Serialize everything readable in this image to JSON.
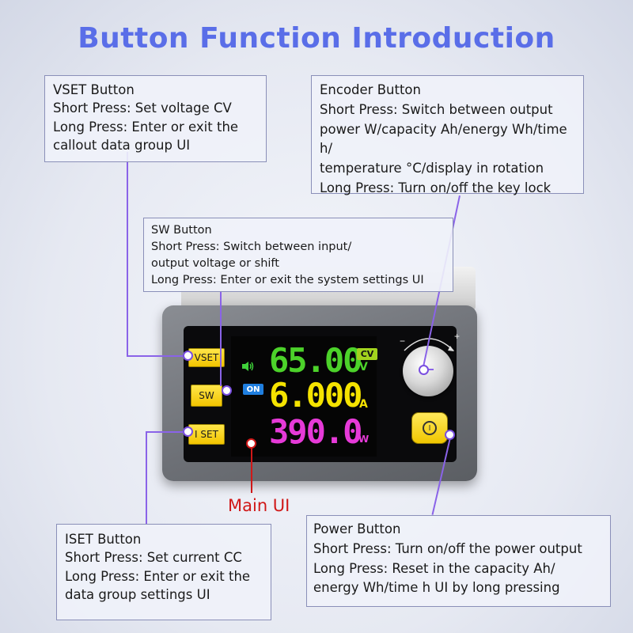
{
  "title": "Button Function Introduction",
  "vset_box": {
    "heading": "VSET Button",
    "lines": [
      "Short Press: Set voltage CV",
      "Long Press: Enter or exit the",
      "callout data group UI"
    ]
  },
  "encoder_box": {
    "heading": "Encoder Button",
    "lines": [
      "Short Press: Switch between output",
      "power W/capacity Ah/energy Wh/time h/",
      "temperature °C/display in rotation",
      "Long Press: Turn on/off the key lock"
    ]
  },
  "sw_box": {
    "heading": "SW Button",
    "lines": [
      "Short Press: Switch between input/",
      "output voltage or shift",
      "Long Press: Enter or exit the system settings UI"
    ]
  },
  "iset_box": {
    "heading": "ISET Button",
    "lines": [
      "Short Press: Set current CC",
      "Long Press: Enter or exit the",
      "data group settings UI"
    ]
  },
  "power_box": {
    "heading": "Power Button",
    "lines": [
      "Short Press: Turn on/off the power output",
      "Long Press: Reset in the capacity Ah/",
      "energy Wh/time h  UI by long pressing"
    ]
  },
  "device": {
    "vset_label": "VSET",
    "sw_label": "SW",
    "iset_label": "I SET",
    "on_badge": "ON",
    "cv_badge": "CV",
    "voltage": "65.00",
    "voltage_unit": "V",
    "current": "6.000",
    "current_unit": "A",
    "power": "390.0",
    "power_unit": "W",
    "minus_sign": "−",
    "plus_sign": "+",
    "power_symbol": "I"
  },
  "main_ui_label": "Main UI",
  "colors": {
    "title": "#5a6ee8",
    "callout_line": "#8a63e8",
    "voltage": "#4cd22a",
    "current": "#f5e300",
    "power": "#e63ad8",
    "main_ui": "#d01818",
    "button": "#f5cf10"
  }
}
